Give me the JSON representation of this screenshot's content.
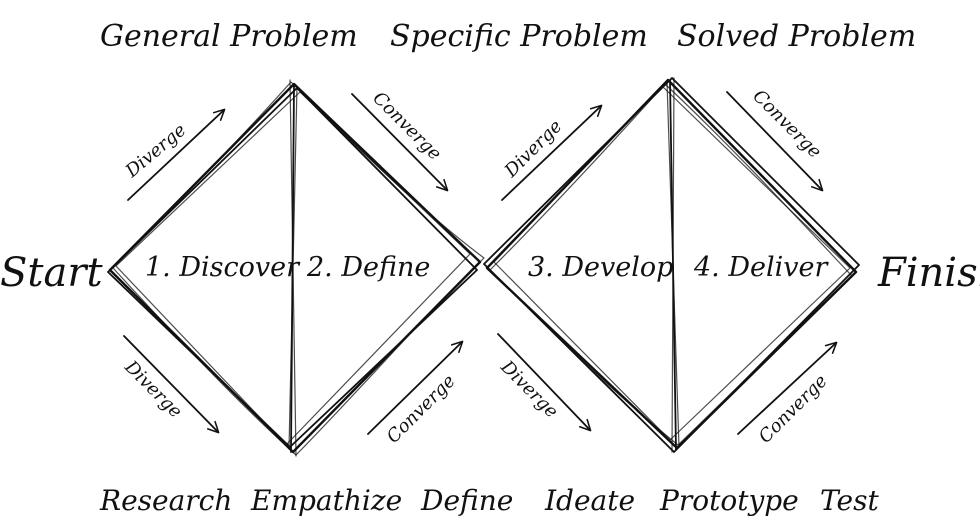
{
  "stages": {
    "top": [
      "General Problem",
      "Specific Problem",
      "Solved Problem"
    ]
  },
  "start_label": "Start",
  "finish_label": "Finish",
  "phases": [
    "1. Discover",
    "2. Define",
    "3. Develop",
    "4. Deliver"
  ],
  "arrows": {
    "diverge": "Diverge",
    "converge": "Converge"
  },
  "bottom_steps": [
    "Research",
    "Empathize",
    "Define",
    "Ideate",
    "Prototype",
    "Test"
  ]
}
